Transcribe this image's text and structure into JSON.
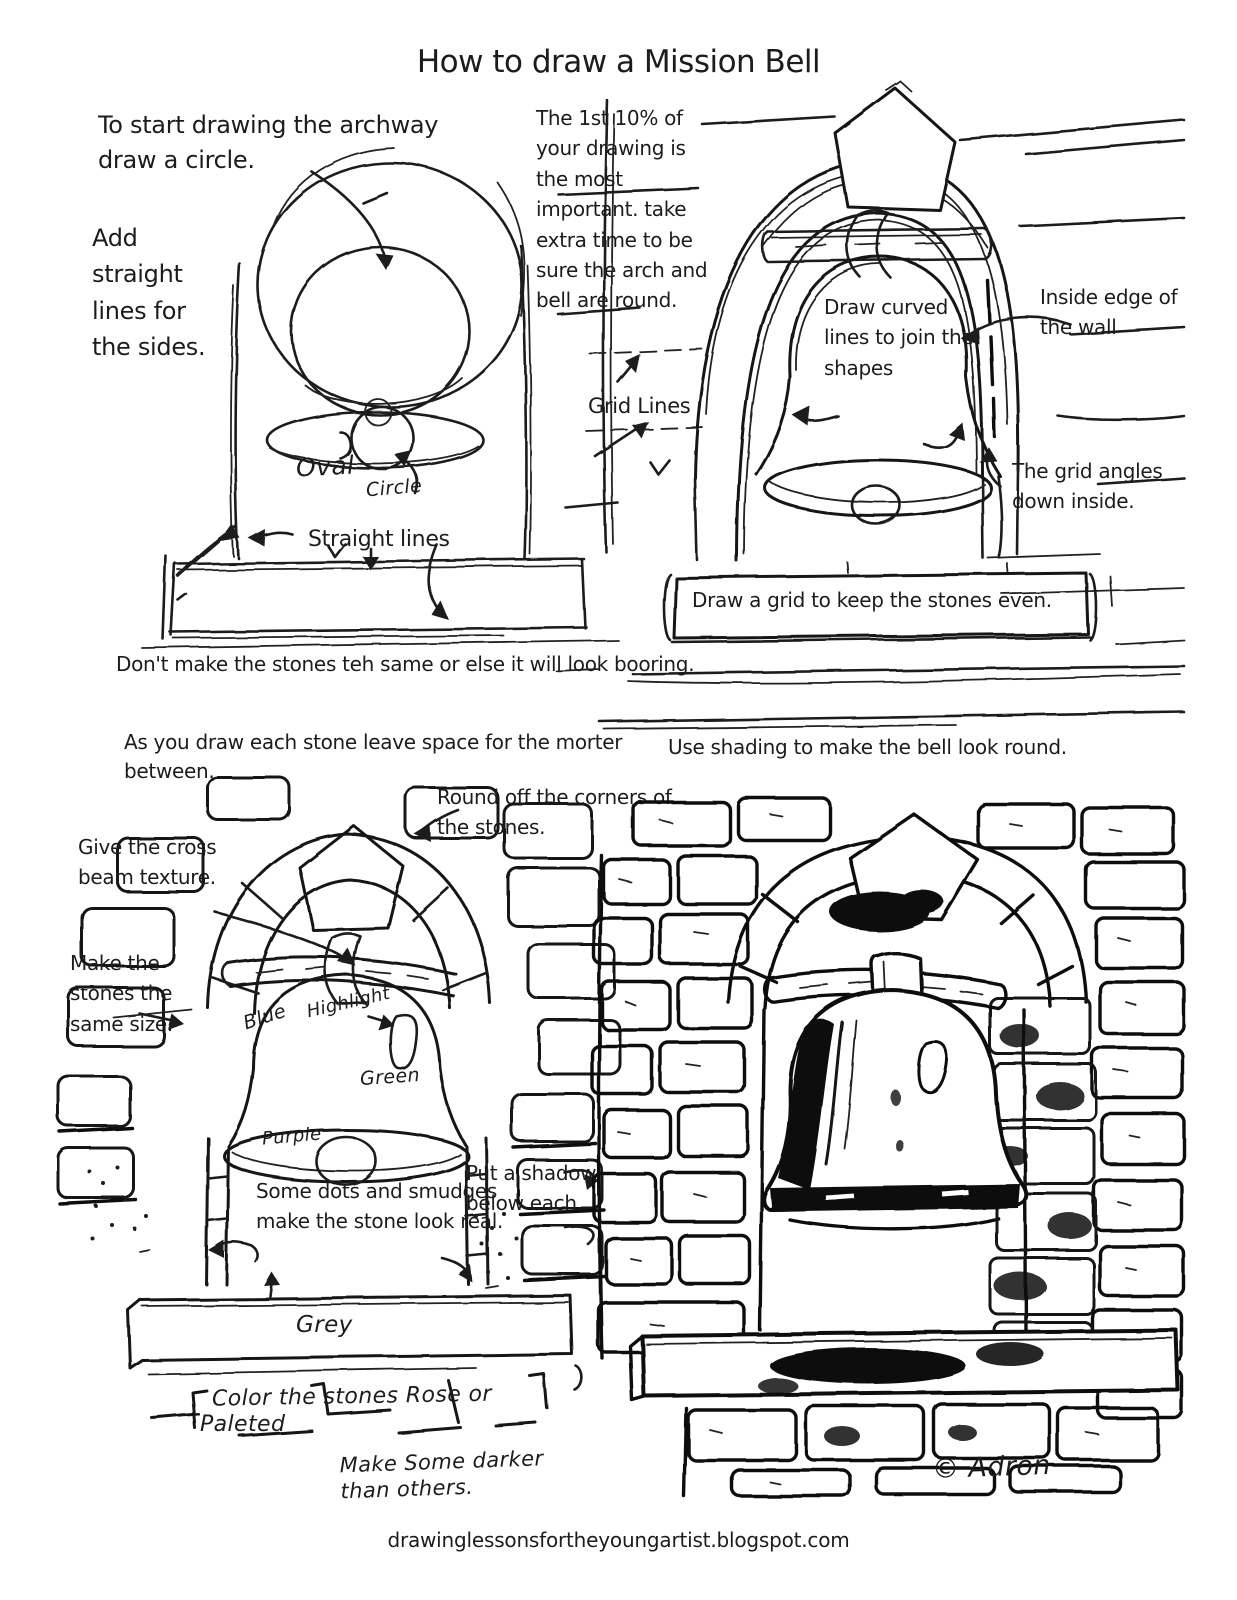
{
  "page": {
    "title": "How to draw a Mission Bell",
    "footer_url": "drawinglessonsfortheyoungartist.blogspot.com",
    "signature": "© Adron",
    "ink_color": "#1c1c1c",
    "paper_color": "#ffffff"
  },
  "step1": {
    "instruction_archway": "To start drawing the archway draw a circle.",
    "instruction_sides": "Add straight lines for the sides.",
    "label_oval": "Oval",
    "label_circle": "Circle",
    "label_straight_lines": "Straight lines",
    "caption_stones": "Don't make the stones teh same or else it will look booring.",
    "caption_morter": "As you draw each stone leave space for the morter between."
  },
  "step2": {
    "instruction_first_ten": "The 1st 10% of your drawing is the most important. take extra time to be sure the arch and bell are round.",
    "label_grid_lines": "Grid Lines",
    "label_curved_lines": "Draw curved lines to join the shapes",
    "label_inside_edge": "Inside edge of the wall",
    "label_grid_angles": "The grid angles down inside.",
    "caption_grid": "Draw a grid to keep the stones even.",
    "caption_shading": "Use shading to make the bell look round."
  },
  "step3": {
    "label_round_off": "Round off the corners of the stones.",
    "label_cross_beam": "Give the cross beam texture.",
    "label_same_size": "Make the stones the same size.",
    "label_blue": "Blue",
    "label_highlight": "Highlight",
    "label_green": "Green",
    "label_purple": "Purple",
    "label_dots": "Some dots and smudges make the stone look real.",
    "label_shadow": "Put a shadow below each",
    "label_grey": "Grey",
    "label_color_stones": "Color the stones Rose or",
    "label_paleted": "Paleted",
    "label_darker": "Make Some darker than others."
  }
}
